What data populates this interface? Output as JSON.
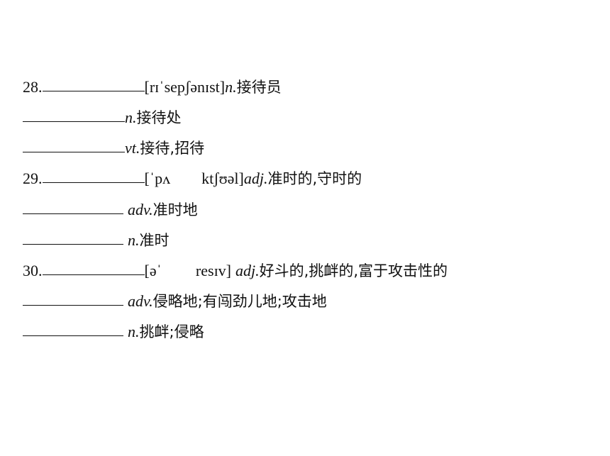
{
  "entries": [
    {
      "number": "28.",
      "ipa": "[rɪˈsepʃənɪst]",
      "pos": "n.",
      "meaning": "接待员"
    },
    {
      "pos": "n.",
      "meaning": "接待处"
    },
    {
      "pos": "vt.",
      "meaning": "接待,招待"
    },
    {
      "number": "29.",
      "ipa_part1": "[ˈpʌ",
      "ipa_part2": "ktʃʊəl]",
      "pos": "adj.",
      "meaning": "准时的,守时的"
    },
    {
      "pos": "adv.",
      "meaning": "准时地"
    },
    {
      "pos": "n.",
      "meaning": "准时"
    },
    {
      "number": "30.",
      "ipa_part1": "[əˈ",
      "ipa_part2": "resɪv]",
      "pos": "adj.",
      "meaning": "好斗的,挑衅的,富于攻击性的"
    },
    {
      "pos": "adv.",
      "meaning": "侵略地;有闯劲儿地;攻击地"
    },
    {
      "pos": "n.",
      "meaning": "挑衅;侵略"
    }
  ]
}
